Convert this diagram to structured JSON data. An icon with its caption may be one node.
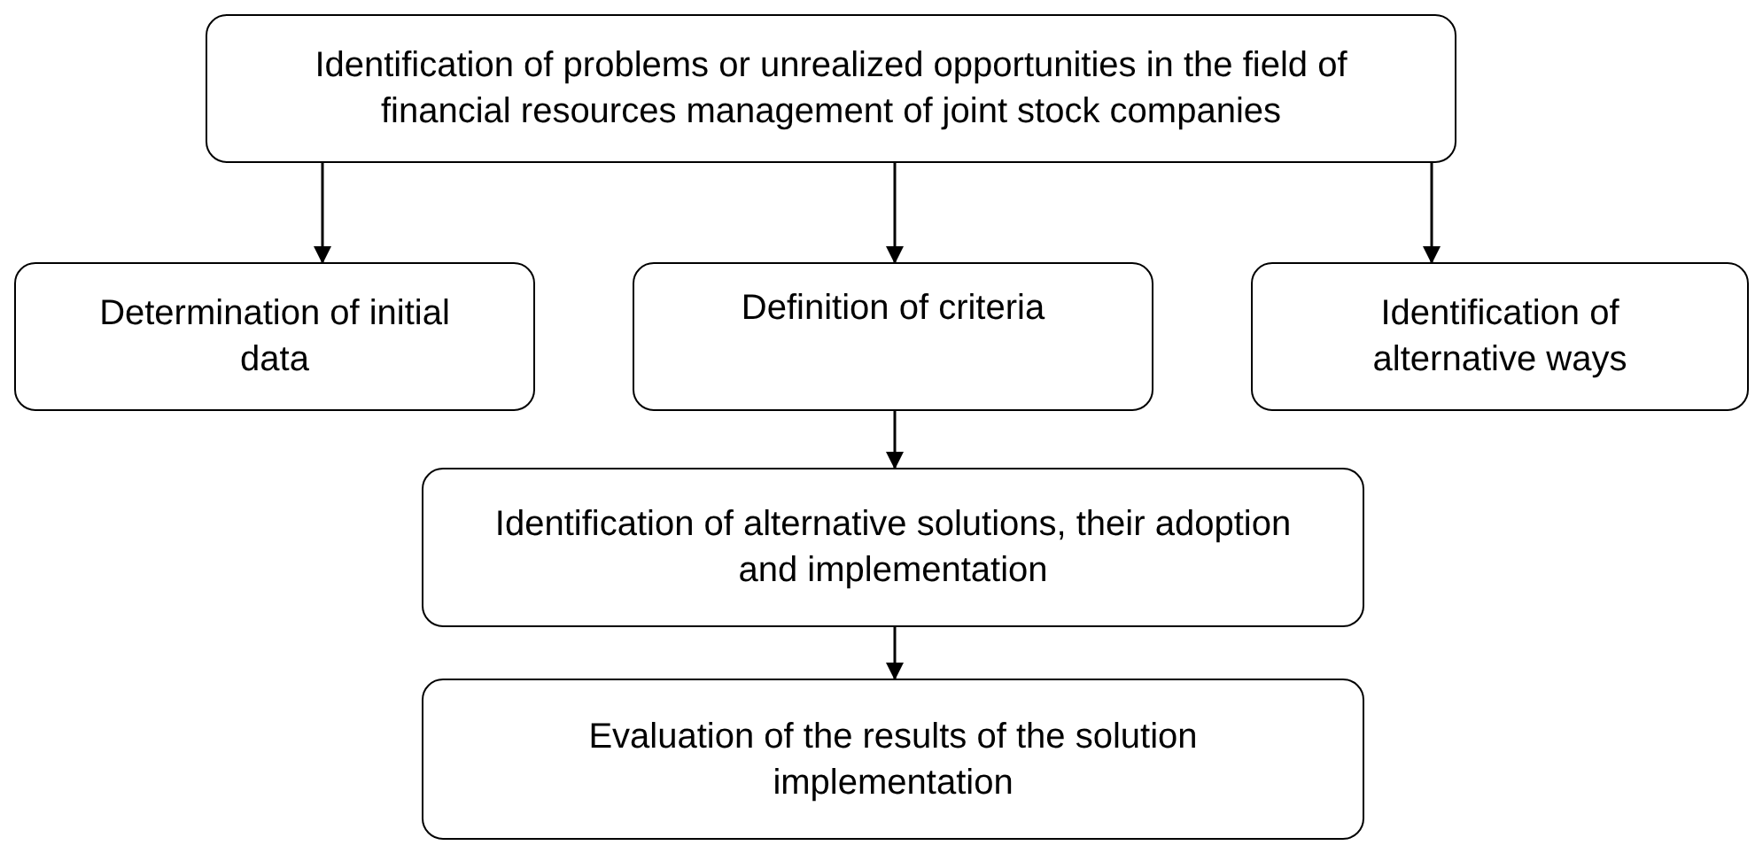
{
  "diagram": {
    "nodes": [
      {
        "text": [
          "Identification of problems or unrealized opportunities in the field of financial resources management of joint stock companies"
        ]
      },
      {
        "text": [
          "Determination of initial data"
        ]
      },
      {
        "text": [
          "Definition of criteria"
        ]
      },
      {
        "text": [
          "Identification of alternative ways"
        ]
      },
      {
        "text": [
          "Identification of alternative solutions, their adoption and implementation"
        ]
      },
      {
        "text": [
          "Evaluation of the results of the solution implementation"
        ]
      }
    ],
    "edges": [
      {
        "from": 0,
        "to": 1,
        "arrow": "to"
      },
      {
        "from": 0,
        "to": 2,
        "arrow": "to"
      },
      {
        "from": 0,
        "to": 3,
        "arrow": "to"
      },
      {
        "from": 2,
        "to": 4,
        "arrow": "to"
      },
      {
        "from": 4,
        "to": 5,
        "arrow": "to"
      }
    ]
  }
}
